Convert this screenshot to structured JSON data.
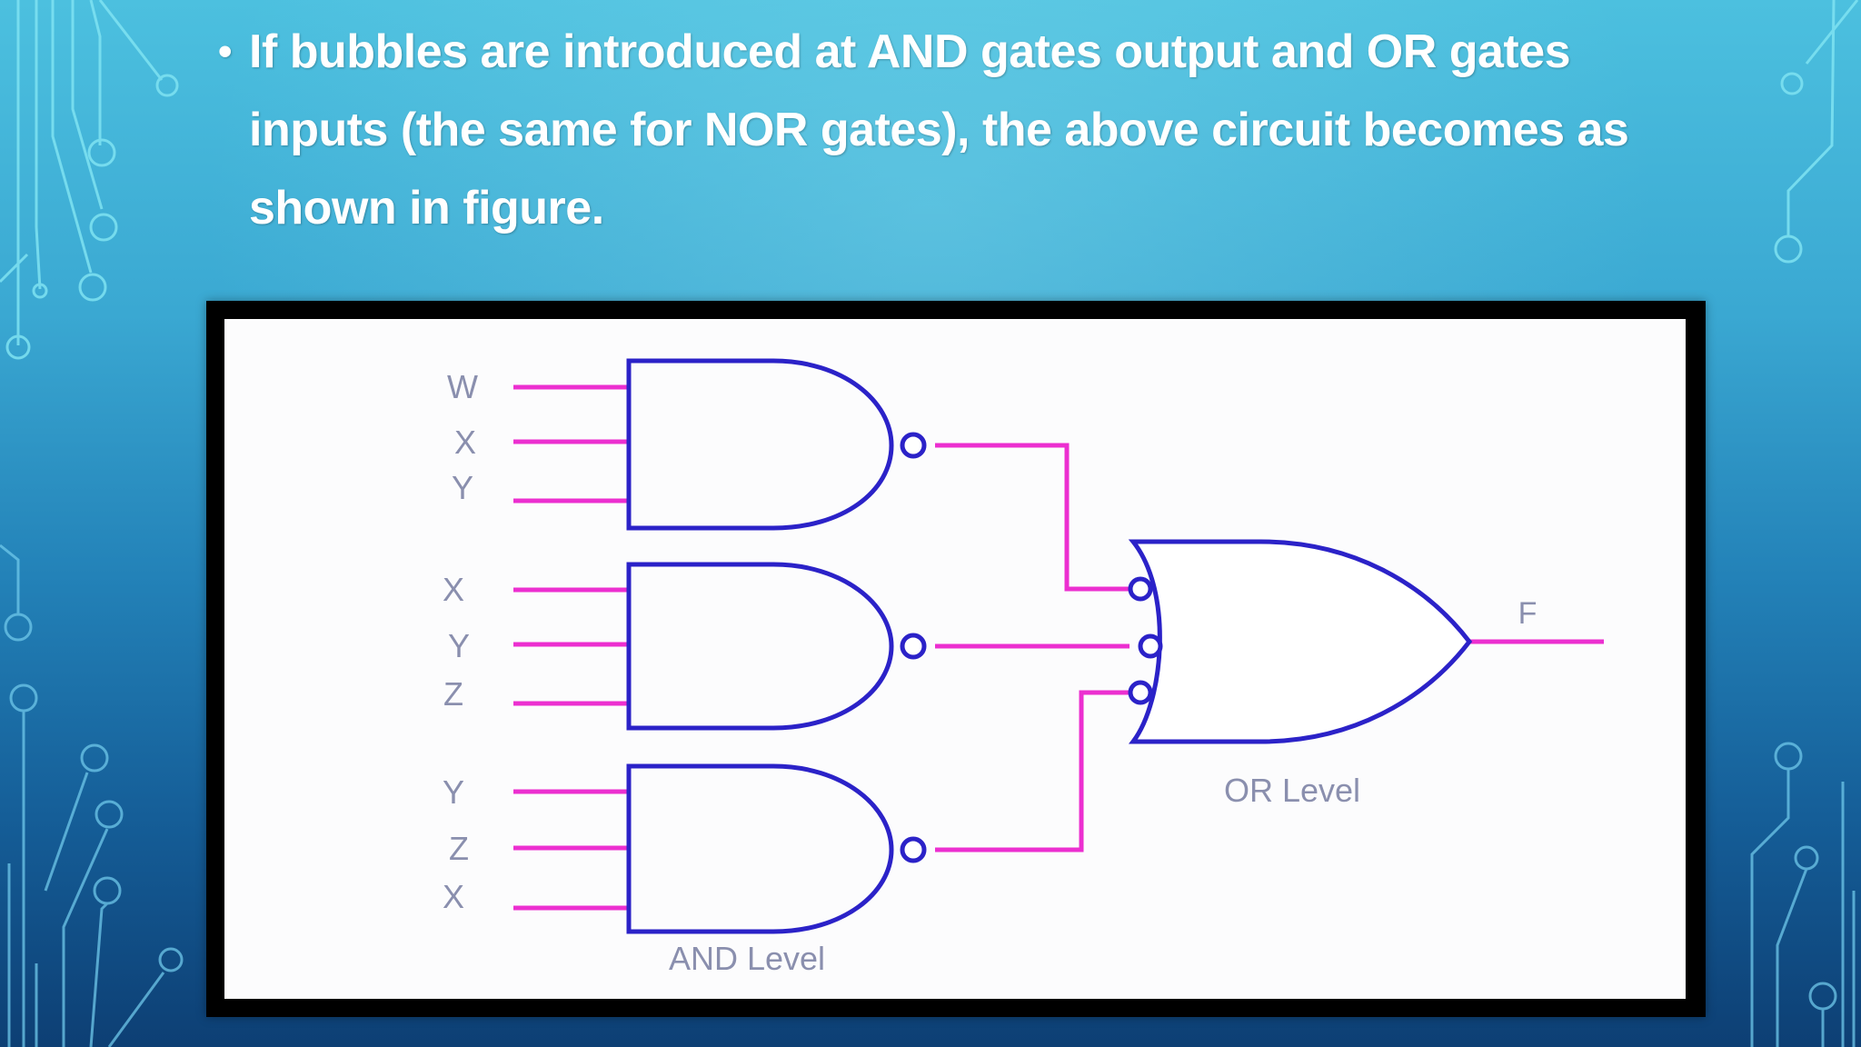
{
  "slide": {
    "bullet_text": "If bubbles are introduced at AND gates output and OR gates inputs (the same for NOR gates), the above circuit becomes as shown in figure."
  },
  "figure": {
    "gate_1_inputs": [
      "W",
      "X",
      "Y"
    ],
    "gate_2_inputs": [
      "X",
      "Y",
      "Z"
    ],
    "gate_3_inputs": [
      "Y",
      "Z",
      "X"
    ],
    "output_label": "F",
    "or_level_label": "OR Level",
    "and_level_label": "AND Level"
  },
  "colors": {
    "gate_outline": "#2b22c8",
    "wire": "#ec2fd0",
    "label": "#8a8fae",
    "frame": "#000000"
  }
}
